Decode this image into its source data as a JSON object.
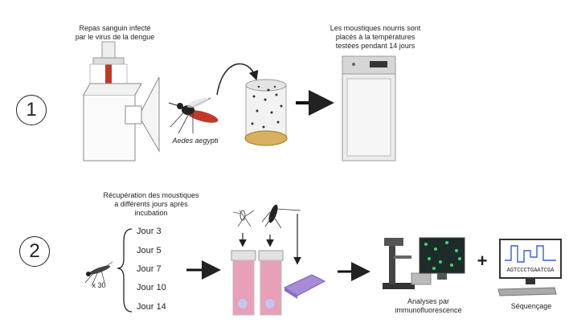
{
  "step1": {
    "number": "1",
    "blood_meal_label": "Repas sanguin infecté\npar le virus de la dengue",
    "mosquito_species": "Aedes aegypti",
    "incubation_label": "Les moustiques nourris sont\nplacés à la températures\ntestées pendant 14 jours"
  },
  "step2": {
    "number": "2",
    "collection_label": "Récupération des moustiques\na différents jours après\nincubation",
    "mosquito_count": "x 30",
    "days": [
      "Jour 3",
      "Jour 5",
      "Jour 7",
      "Jour 10",
      "Jour 14"
    ],
    "if_label": "Analyses par\nimmunofluorescence",
    "plus_sign": "+",
    "seq_label": "Séquençage",
    "dna_sequence": "AGTCCCTGAATCGA"
  },
  "colors": {
    "blood_red": "#c0392b",
    "tube_pink": "#e8a0b8",
    "plate_purple": "#a78bd6",
    "screen_dark": "#1d2b2b",
    "cell_green": "#3fd46a",
    "seq_blue": "#3a5fc8"
  }
}
